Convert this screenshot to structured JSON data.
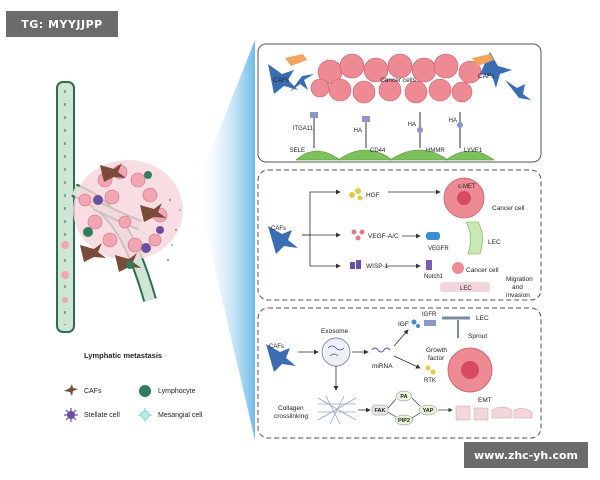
{
  "watermark_top": "TG: MYYJJPP",
  "watermark_bottom": "www.zhc-yh.com",
  "left_panel": {
    "title": "Lymphatic metastasis",
    "legend": [
      {
        "label": "CAFs",
        "icon": "caf-cell-icon",
        "color": "#7a4a3a"
      },
      {
        "label": "Lymphocyte",
        "icon": "lymphocyte-icon",
        "color": "#2f7d5a"
      },
      {
        "label": "Stellate cell",
        "icon": "stellate-cell-icon",
        "color": "#6a4fa0"
      },
      {
        "label": "Mesangial cell",
        "icon": "mesangial-cell-icon",
        "color": "#7fd3c7"
      }
    ]
  },
  "panel1": {
    "cancer_cells": "Cancer cells",
    "cafs_left": "CAFs",
    "cafs_right": "CAFs",
    "receptors": [
      "ITGA11",
      "HA",
      "HA",
      "HA"
    ],
    "ligands": [
      "SELE",
      "CD44",
      "HMMR",
      "LYVE1"
    ]
  },
  "panel2": {
    "cafs": "CAFs",
    "hgf": "HGF",
    "cmet": "c-MET",
    "cancer_cell_1": "Cancer cell",
    "vegf": "VEGF-A/C",
    "vegfr": "VEGFR",
    "lec_1": "LEC",
    "wisp": "WISP-1",
    "notch": "Notch1",
    "cancer_cell_2": "Cancer cell",
    "migration": [
      "Migration",
      "and",
      "invasion"
    ],
    "lec_2": "LEC"
  },
  "panel3": {
    "cafs": "CAFs",
    "exosome": "Exosome",
    "mirna": "miRNA",
    "igf": "IGF",
    "igfr": "IGFR",
    "lec": "LEC",
    "sprout": "Sprout",
    "growth_factor": [
      "Growth",
      "factor"
    ],
    "rtk": "RTK",
    "collagen": [
      "Collagen",
      "crosslinking"
    ],
    "fak": "FAK",
    "pa": "PA",
    "yap": "YAP",
    "pip2": "PIP2",
    "emt": "EMT"
  }
}
